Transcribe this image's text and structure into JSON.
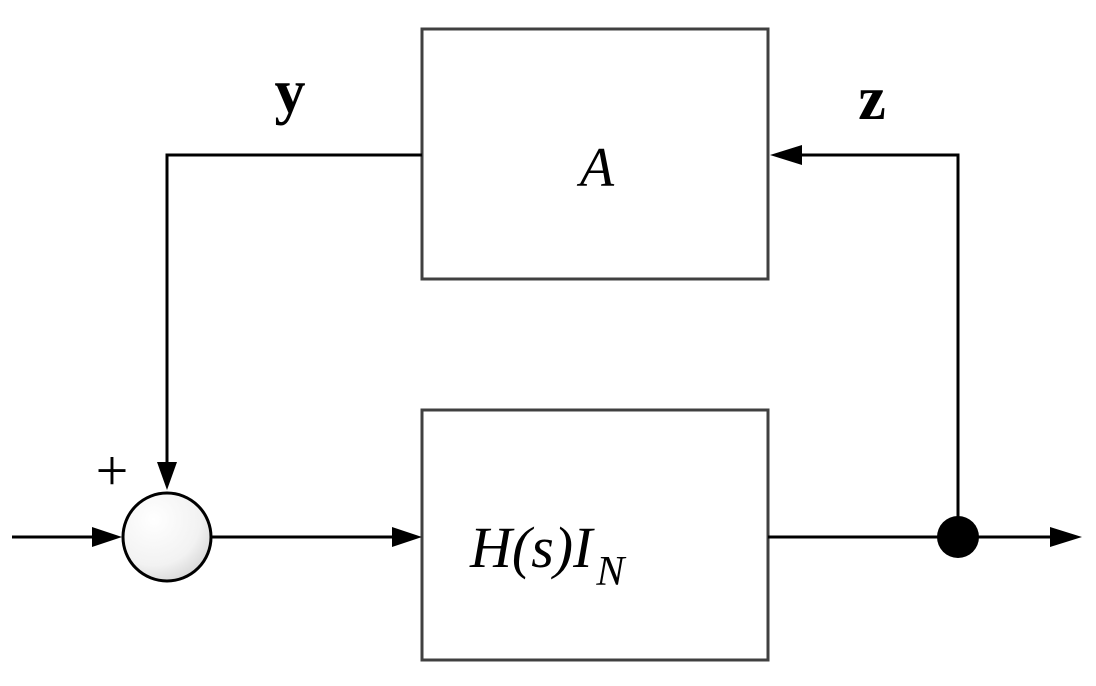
{
  "blocks": {
    "top": {
      "label": "A"
    },
    "bottom": {
      "main": "H(s)I",
      "subscript": "N"
    }
  },
  "signals": {
    "y": "y",
    "z": "z"
  },
  "summing_junction": {
    "sign": "+"
  },
  "colors": {
    "stroke": "#000000",
    "box_stroke": "#404040",
    "node_fill": "#000000",
    "junction_fill_light": "#ffffff",
    "junction_fill_dark": "#d8d8d8"
  }
}
